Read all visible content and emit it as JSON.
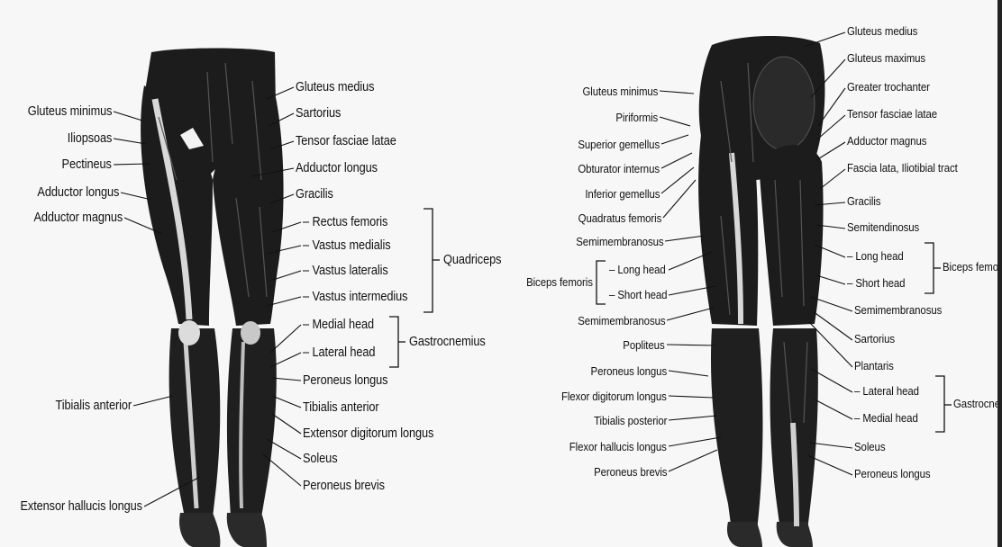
{
  "anterior": {
    "left_labels": [
      "Gluteus minimus",
      "Iliopsoas",
      "Pectineus",
      "Adductor longus",
      "Adductor magnus",
      "Tibialis anterior",
      "Extensor hallucis longus"
    ],
    "right_labels": [
      "Gluteus medius",
      "Sartorius",
      "Tensor fasciae latae",
      "Adductor longus",
      "Gracilis",
      "– Rectus femoris",
      "– Vastus medialis",
      "– Vastus lateralis",
      "– Vastus intermedius",
      "– Medial head",
      "– Lateral head",
      "Peroneus longus",
      "Tibialis anterior",
      "Extensor digitorum longus",
      "Soleus",
      "Peroneus brevis"
    ],
    "group_quadriceps": "Quadriceps",
    "group_gastrocnemius": "Gastrocnemius"
  },
  "posterior": {
    "left_labels": [
      "Gluteus minimus",
      "Piriformis",
      "Superior gemellus",
      "Obturator internus",
      "Inferior gemellus",
      "Quadratus femoris",
      "Semimembranosus",
      "– Long head",
      "– Short head",
      "Semimembranosus",
      "Popliteus",
      "Peroneus longus",
      "Flexor digitorum longus",
      "Tibialis posterior",
      "Flexor hallucis longus",
      "Peroneus brevis"
    ],
    "group_biceps_left": "Biceps femoris",
    "right_labels": [
      "Gluteus medius",
      "Gluteus maximus",
      "Greater trochanter",
      "Tensor fasciae latae",
      "Adductor magnus",
      "Fascia lata, Iliotibial tract",
      "Gracilis",
      "Semitendinosus",
      "– Long head",
      "– Short head",
      "Semimembranosus",
      "Sartorius",
      "Plantaris",
      "– Lateral head",
      "– Medial head",
      "Soleus",
      "Peroneus longus"
    ],
    "group_biceps_right": "Biceps femo",
    "group_gastrocnemius_right": "Gastrocne"
  },
  "colors": {
    "muscle": "#1c1c1c",
    "tendon": "#cfcfcf",
    "bone": "#e9e9e9",
    "text": "#111111",
    "background": "#f7f7f7"
  }
}
